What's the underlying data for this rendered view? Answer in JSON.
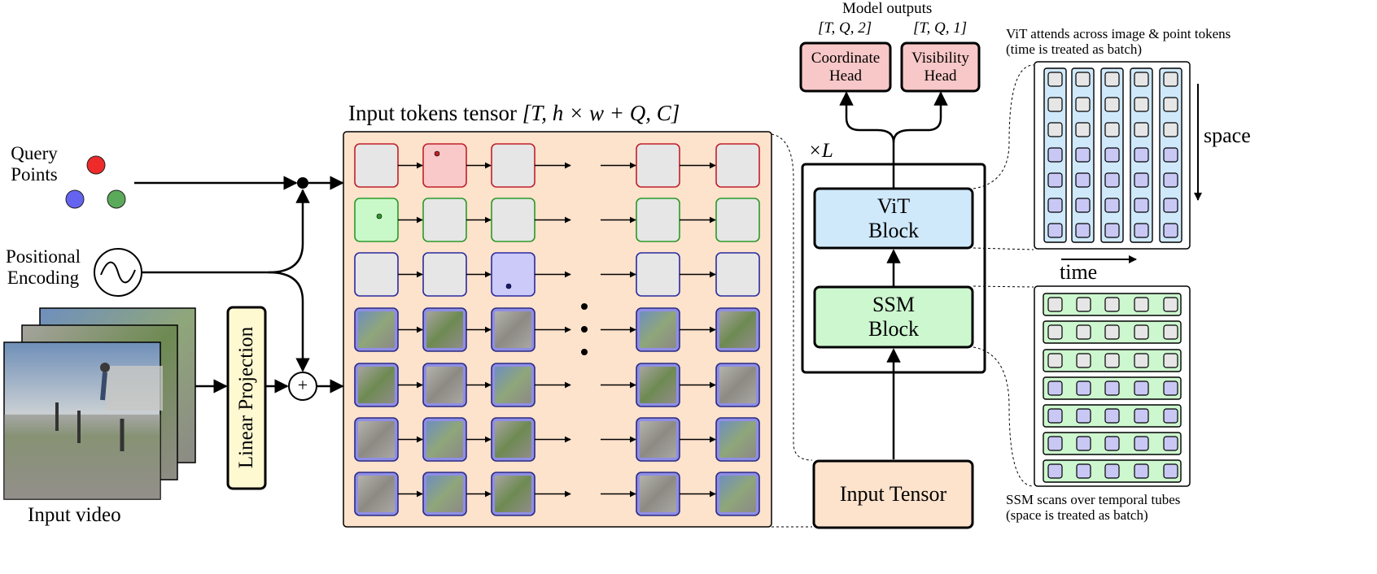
{
  "query_points": {
    "label_line1": "Query",
    "label_line2": "Points"
  },
  "positional_encoding": {
    "label_line1": "Positional",
    "label_line2": "Encoding"
  },
  "input_video": {
    "label": "Input video"
  },
  "linear_projection": {
    "label": "Linear Projection"
  },
  "plus_symbol": "+",
  "tokens_tensor": {
    "title_text": "Input tokens tensor",
    "title_math": "[T, h × w + Q, C]"
  },
  "layer_repeat": "×L",
  "vit_block": {
    "line1": "ViT",
    "line2": "Block"
  },
  "ssm_block": {
    "line1": "SSM",
    "line2": "Block"
  },
  "input_tensor": {
    "label": "Input Tensor"
  },
  "model_outputs": {
    "title": "Model outputs",
    "coord_shape": "[T, Q, 2]",
    "vis_shape": "[T, Q, 1]"
  },
  "coordinate_head": {
    "line1": "Coordinate",
    "line2": "Head"
  },
  "visibility_head": {
    "line1": "Visibility",
    "line2": "Head"
  },
  "vit_caption": {
    "line1": "ViT attends across image & point tokens",
    "line2": "(time is treated as batch)"
  },
  "ssm_caption": {
    "line1": "SSM scans over temporal tubes",
    "line2": "(space is treated as batch)"
  },
  "axis_space": "space",
  "axis_time": "time",
  "colors": {
    "query_red": "#ee2a2a",
    "query_blue": "#6464f0",
    "query_green": "#5aaa5a",
    "tensor_bg": "#fde2cc",
    "vit_fill": "#cfe9fb",
    "ssm_fill": "#cdf7cf",
    "head_fill": "#f8c7c7",
    "linear_fill": "#fff9d2",
    "token_gray": "#e6e6e6",
    "token_purple": "#c9c8f5",
    "token_red_fill": "#f9c9c9",
    "token_green_fill": "#c9f9c9",
    "token_blue_fill": "#cbcaf9"
  }
}
